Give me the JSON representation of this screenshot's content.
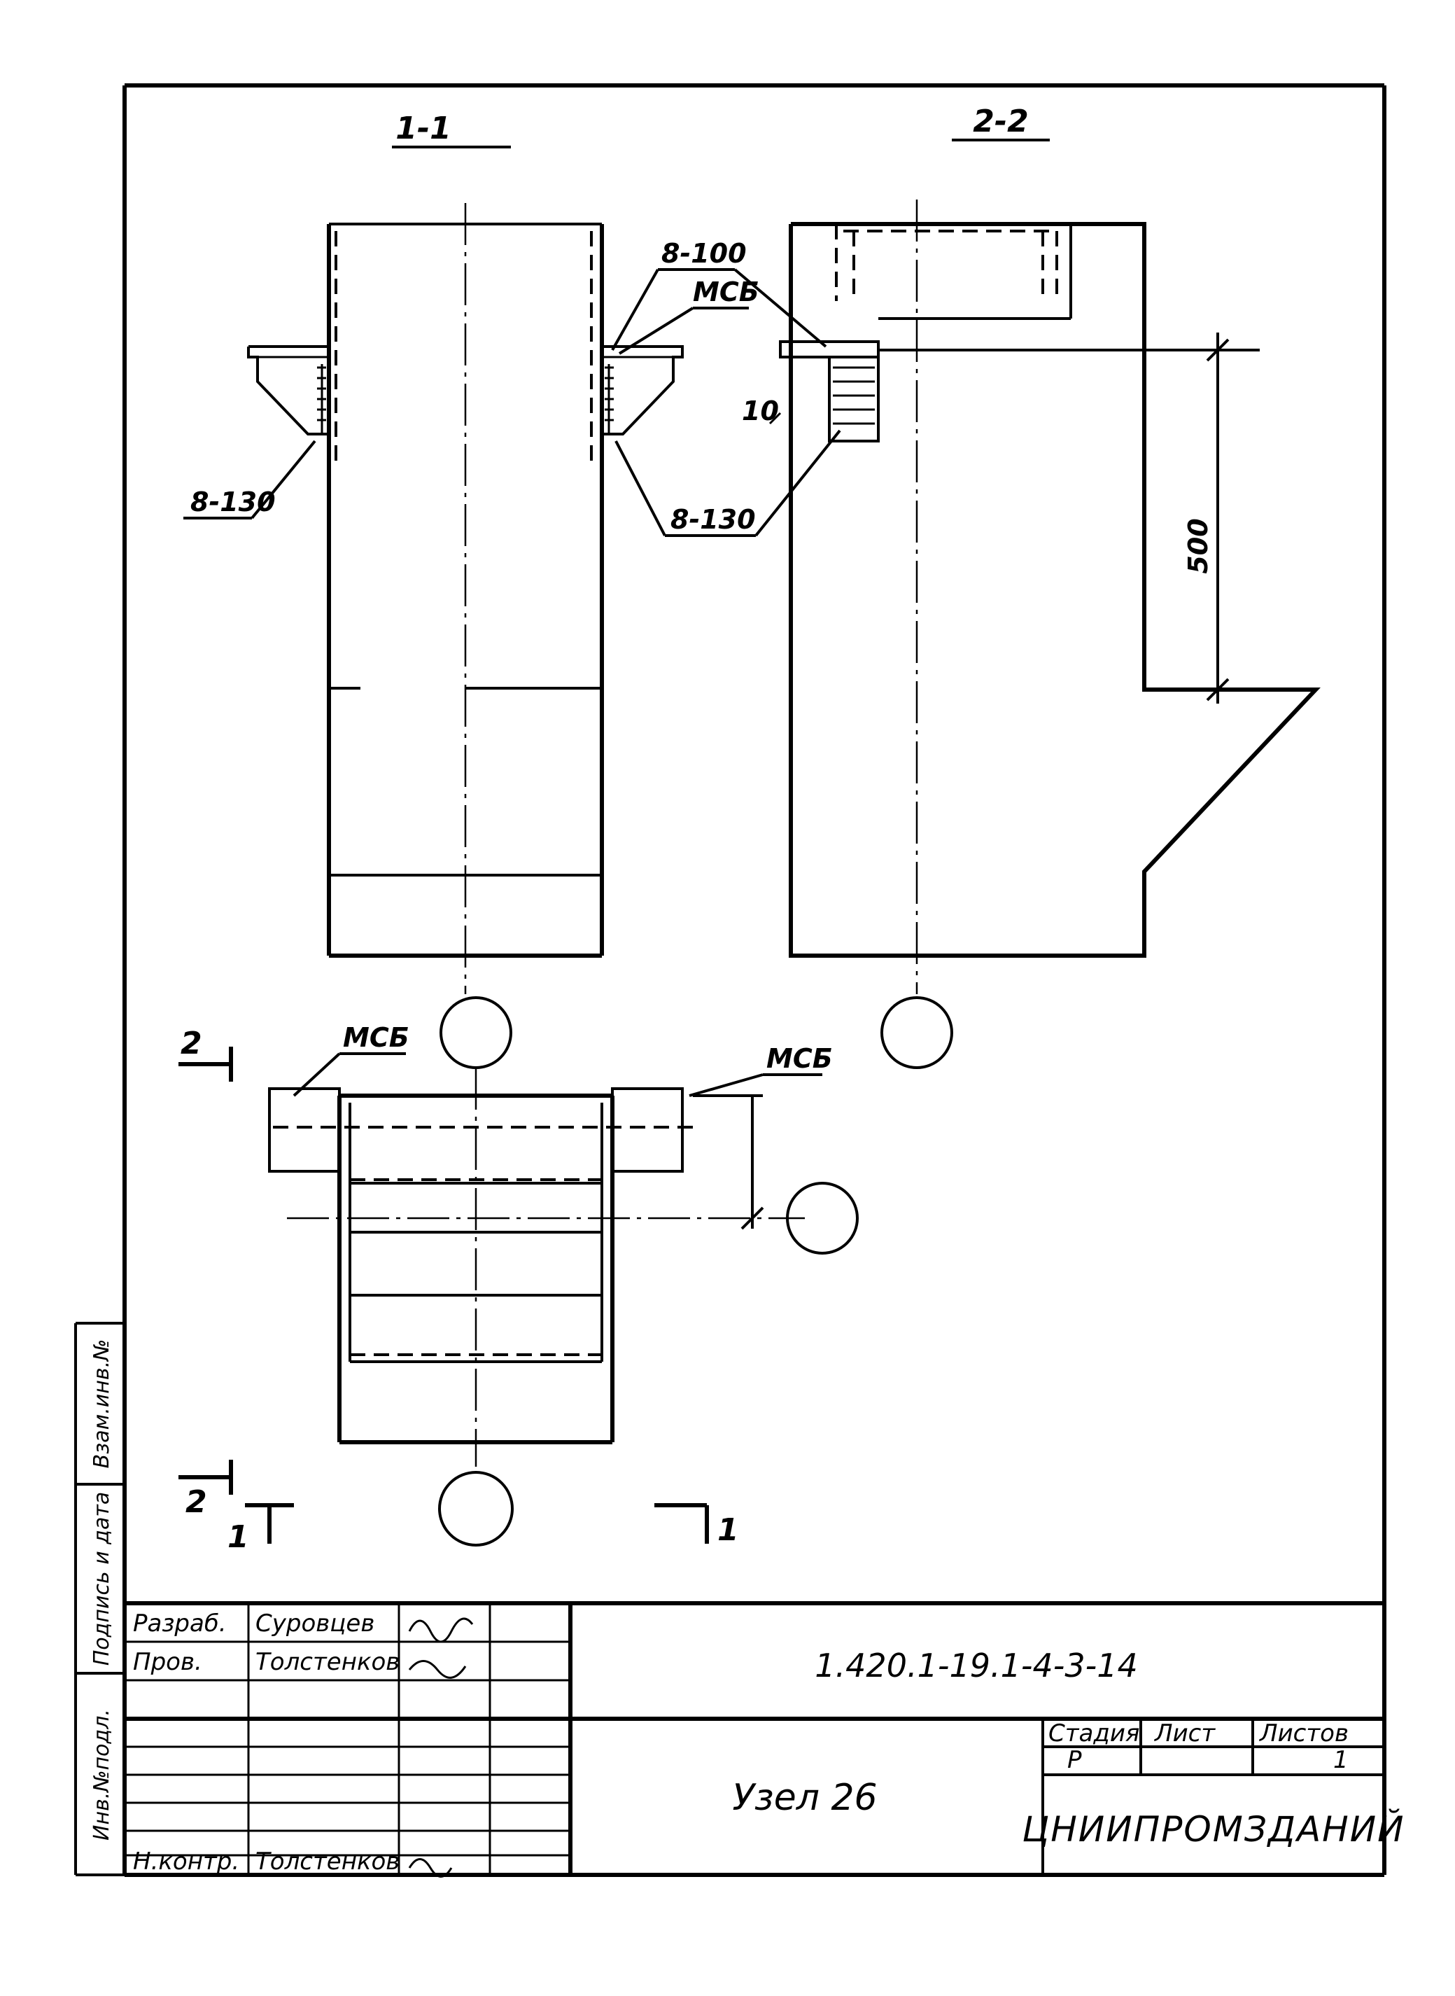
{
  "sections": {
    "s11": "1-1",
    "s22": "2-2"
  },
  "callouts": {
    "weld_top": "8-100",
    "weld_left": "8-130",
    "weld_right": "8-130",
    "msb_top": "МСБ",
    "msb_plan_left": "МСБ",
    "msb_plan_right": "МСБ"
  },
  "dimensions": {
    "plate_thickness": "10",
    "height": "500"
  },
  "section_marks": {
    "mark2_top": "2",
    "mark2_bottom": "2",
    "mark1_left": "1",
    "mark1_right": "1"
  },
  "side_stamp": {
    "inv_podl": "Инв.№подл.",
    "podpis_data": "Подпись и дата",
    "vzam_inv": "Взам.инв.№"
  },
  "title_block": {
    "code": "1.420.1-19.1-4-3-14",
    "title": "Узел 26",
    "org": "ЦНИИПРОМЗДАНИЙ",
    "stage_header": "Стадия",
    "sheet_header": "Лист",
    "sheets_header": "Листов",
    "stage_value": "Р",
    "sheet_value": "",
    "sheets_value": "1",
    "rows": [
      {
        "role": "Разраб.",
        "name": "Суровцев"
      },
      {
        "role": "Пров.",
        "name": "Толстенков"
      }
    ],
    "nkontr_role": "Н.контр.",
    "nkontr_name": "Толстенков"
  }
}
